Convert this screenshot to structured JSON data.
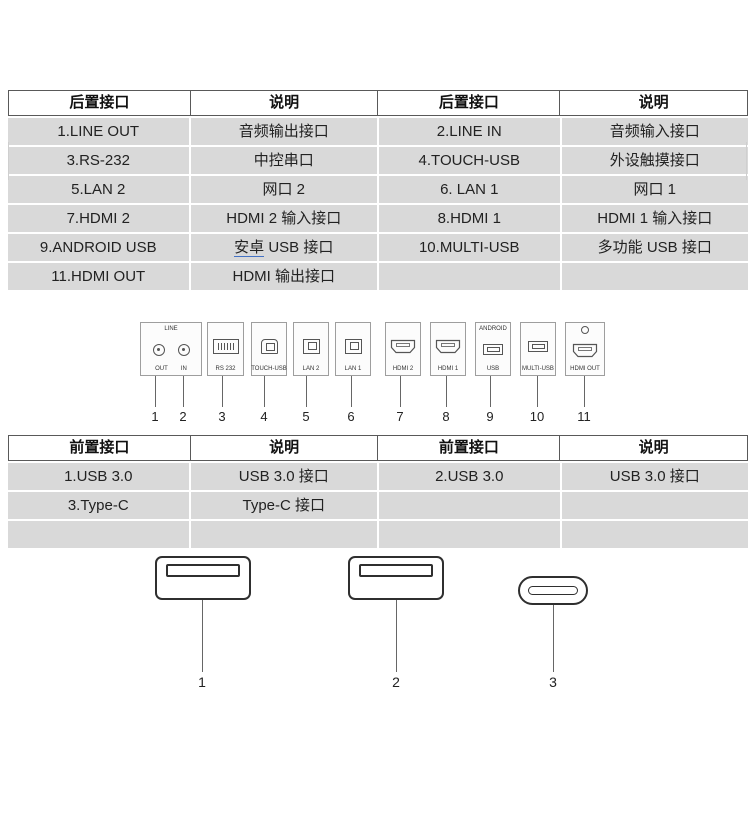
{
  "rear_table": {
    "headers": [
      "后置接口",
      "说明",
      "后置接口",
      "说明"
    ],
    "rows": [
      [
        "1.LINE OUT",
        "音频输出接口",
        "2.LINE IN",
        "音频输入接口"
      ],
      [
        "3.RS-232",
        "中控串口",
        "4.TOUCH-USB",
        "外设触摸接口"
      ],
      [
        "5.LAN 2",
        "网口 2",
        "6. LAN 1",
        "网口 1"
      ],
      [
        "7.HDMI 2",
        "HDMI 2 输入接口",
        "8.HDMI 1",
        "HDMI 1 输入接口"
      ],
      [
        "9.ANDROID USB",
        {
          "link": "安卓",
          "rest": " USB 接口"
        },
        "10.MULTI-USB",
        "多功能 USB 接口"
      ],
      [
        "11.HDMI OUT",
        "HDMI 输出接口",
        "",
        ""
      ]
    ]
  },
  "front_table": {
    "headers": [
      "前置接口",
      "说明",
      "前置接口",
      "说明"
    ],
    "rows": [
      [
        "1.USB 3.0",
        "USB 3.0 接口",
        "2.USB 3.0",
        "USB 3.0 接口"
      ],
      [
        "3.Type-C",
        "Type-C 接口",
        "",
        ""
      ],
      [
        "",
        "",
        "",
        ""
      ]
    ]
  },
  "rear_diagram": {
    "line_port": {
      "top_label": "LINE",
      "out_label": "OUT",
      "in_label": "IN"
    },
    "ports": [
      {
        "label": "RS 232",
        "icon": "rs232-icon"
      },
      {
        "label": "TOUCH-USB",
        "icon": "usb-b-icon"
      },
      {
        "label": "LAN 2",
        "icon": "rj45-icon"
      },
      {
        "label": "LAN 1",
        "icon": "rj45-icon"
      },
      {
        "label": "HDMI 2",
        "icon": "hdmi-icon"
      },
      {
        "label": "HDMI 1",
        "icon": "hdmi-icon"
      },
      {
        "top_label": "ANDROID",
        "label": "USB",
        "icon": "usb-a-icon"
      },
      {
        "label": "MULTI-USB",
        "icon": "usb-a-icon"
      },
      {
        "label": "HDMI OUT",
        "icon": "hdmi-icon"
      }
    ],
    "callouts": [
      "1",
      "2",
      "3",
      "4",
      "5",
      "6",
      "7",
      "8",
      "9",
      "10",
      "11"
    ]
  },
  "front_diagram": {
    "callouts": [
      "1",
      "2",
      "3"
    ]
  },
  "colors": {
    "row_fill": "#d9d9d9",
    "header_border": "#595959",
    "link_underline": "#4472c4"
  }
}
